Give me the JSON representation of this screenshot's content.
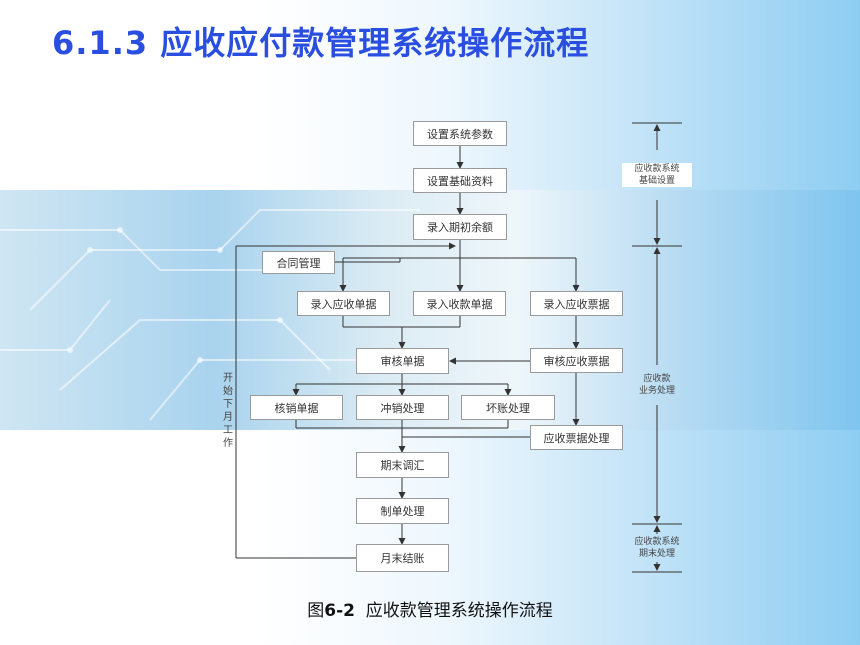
{
  "slide": {
    "title": "6.1.3  应收应付款管理系统操作流程",
    "caption_prefix": "图",
    "caption_number": "6-2",
    "caption_text": "应收款管理系统操作流程"
  },
  "diagram": {
    "steps": {
      "set_params": "设置系统参数",
      "set_basic_data": "设置基础资料",
      "enter_opening_balance": "录入期初余额",
      "contract_mgmt": "合同管理",
      "enter_receivable_doc": "录入应收单据",
      "enter_receipt_doc": "录入收款单据",
      "enter_receivable_note": "录入应收票据",
      "audit_doc": "审核单据",
      "audit_receivable_note": "审核应收票据",
      "write_off_doc": "核销单据",
      "offset_processing": "冲销处理",
      "bad_debt_processing": "坏账处理",
      "receivable_note_processing": "应收票据处理",
      "period_end_adjust": "期末调汇",
      "voucher_processing": "制单处理",
      "month_end_close": "月末结账"
    },
    "loop_label": "开始下月工作",
    "phases": {
      "basic_setup": [
        "应收款系统",
        "基础设置"
      ],
      "business": [
        "应收款",
        "业务处理"
      ],
      "period_end": [
        "应收款系统",
        "期末处理"
      ]
    }
  }
}
